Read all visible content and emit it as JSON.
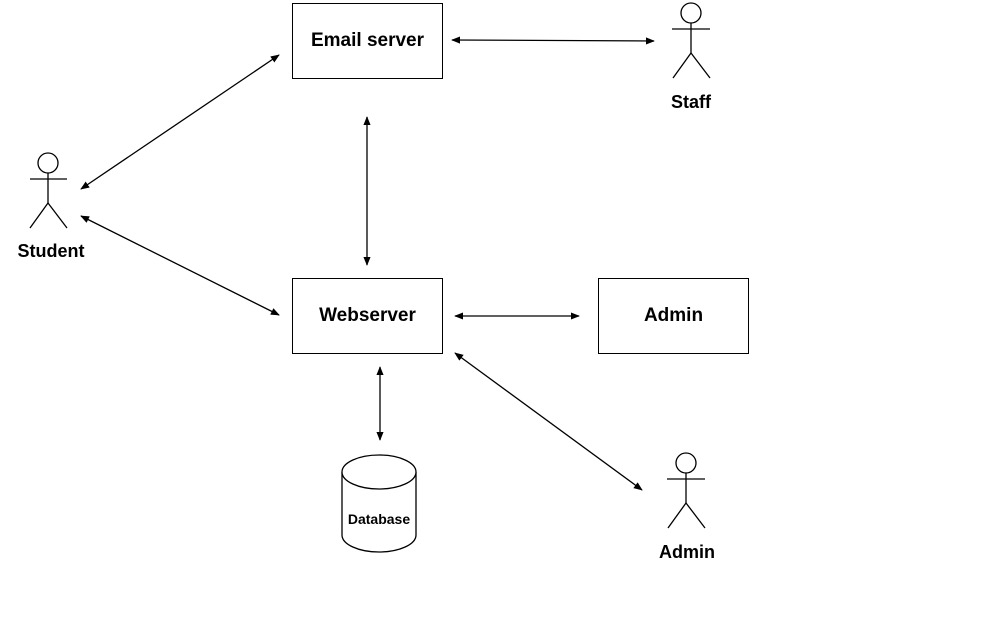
{
  "diagram": {
    "nodes": {
      "email_server": {
        "label": "Email server",
        "shape": "rectangle"
      },
      "webserver": {
        "label": "Webserver",
        "shape": "rectangle"
      },
      "admin_box": {
        "label": "Admin",
        "shape": "rectangle"
      },
      "database": {
        "label": "Database",
        "shape": "cylinder"
      },
      "student": {
        "label": "Student",
        "shape": "actor"
      },
      "staff": {
        "label": "Staff",
        "shape": "actor"
      },
      "admin_actor": {
        "label": "Admin",
        "shape": "actor"
      }
    },
    "edges": [
      {
        "from": "email_server",
        "to": "staff",
        "direction": "both"
      },
      {
        "from": "student",
        "to": "email_server",
        "direction": "both"
      },
      {
        "from": "student",
        "to": "webserver",
        "direction": "both"
      },
      {
        "from": "email_server",
        "to": "webserver",
        "direction": "both"
      },
      {
        "from": "webserver",
        "to": "admin_box",
        "direction": "both"
      },
      {
        "from": "webserver",
        "to": "database",
        "direction": "both"
      },
      {
        "from": "webserver",
        "to": "admin_actor",
        "direction": "both"
      }
    ],
    "colors": {
      "stroke": "#000000",
      "fill": "#ffffff",
      "text": "#000000"
    }
  }
}
